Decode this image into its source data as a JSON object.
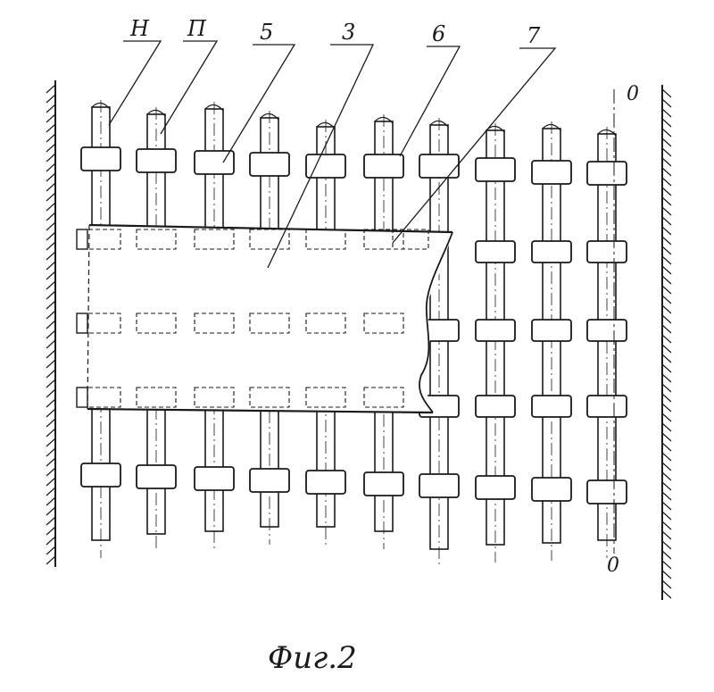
{
  "labels": {
    "h": "Н",
    "p": "П",
    "five": "5",
    "three": "3",
    "six": "6",
    "seven": "7",
    "axis_top": "0",
    "axis_bottom": "0"
  },
  "caption": "Фиг.2",
  "roller_count": 10,
  "colors": {
    "ink": "#1a1a1a",
    "paper": "#ffffff"
  }
}
